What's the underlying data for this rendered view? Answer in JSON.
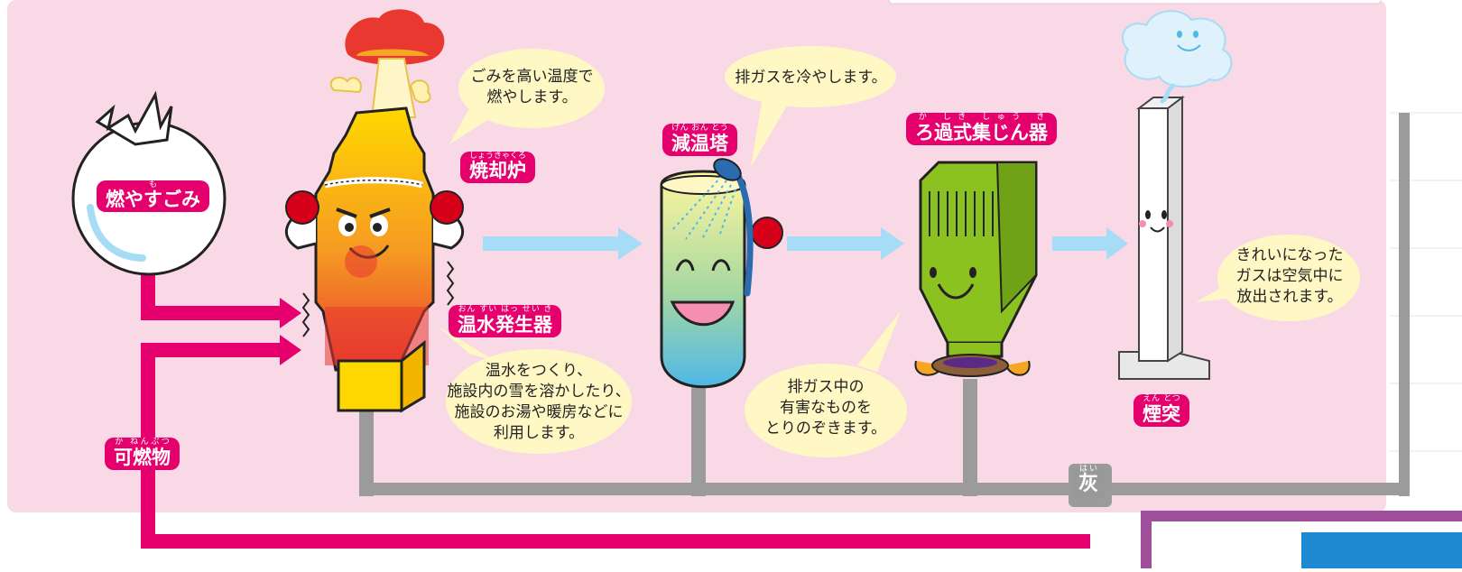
{
  "colors": {
    "background_panel": "#f9d9e6",
    "magenta": "#e5006e",
    "arrow_blue": "#a6dcf5",
    "pipe_gray": "#9b9b9b",
    "bubble_yellow": "#fff8c4",
    "label_pink": "#e5006e",
    "filter_green": "#8cc21f",
    "purple_line": "#a0509a"
  },
  "labels": {
    "burnable_waste": "燃やすごみ",
    "burnable_waste_ruby": "も",
    "combustibles": "可燃物",
    "combustibles_ruby": "か ねんぶつ",
    "incinerator": "焼却炉",
    "incinerator_ruby": "しょうきゃくろ",
    "hot_water_generator": "温水発生器",
    "hot_water_generator_ruby": "おん すい はっ せい き",
    "cooling_tower": "減温塔",
    "cooling_tower_ruby": "げん おん とう",
    "bag_filter": "ろ過式集じん器",
    "bag_filter_ruby": "か しき しゅう き",
    "chimney": "煙突",
    "chimney_ruby": "えん とつ",
    "ash": "灰",
    "ash_ruby": "はい"
  },
  "bubbles": {
    "incinerator": [
      "ごみを高い温度で",
      "燃やします。"
    ],
    "hot_water": [
      "温水をつくり、",
      "施設内の雪を溶かしたり、",
      "施設のお湯や暖房などに",
      "利用します。"
    ],
    "cooling": [
      "排ガスを冷やします。"
    ],
    "filter": [
      "排ガス中の",
      "有害なものを",
      "とりのぞきます。"
    ],
    "chimney": [
      "きれいになった",
      "ガスは空気中に",
      "放出されます。"
    ]
  },
  "icons": [
    "mushroom-cloud-icon",
    "garbage-bag-icon",
    "shower-head-icon",
    "smoke-cloud-icon"
  ]
}
